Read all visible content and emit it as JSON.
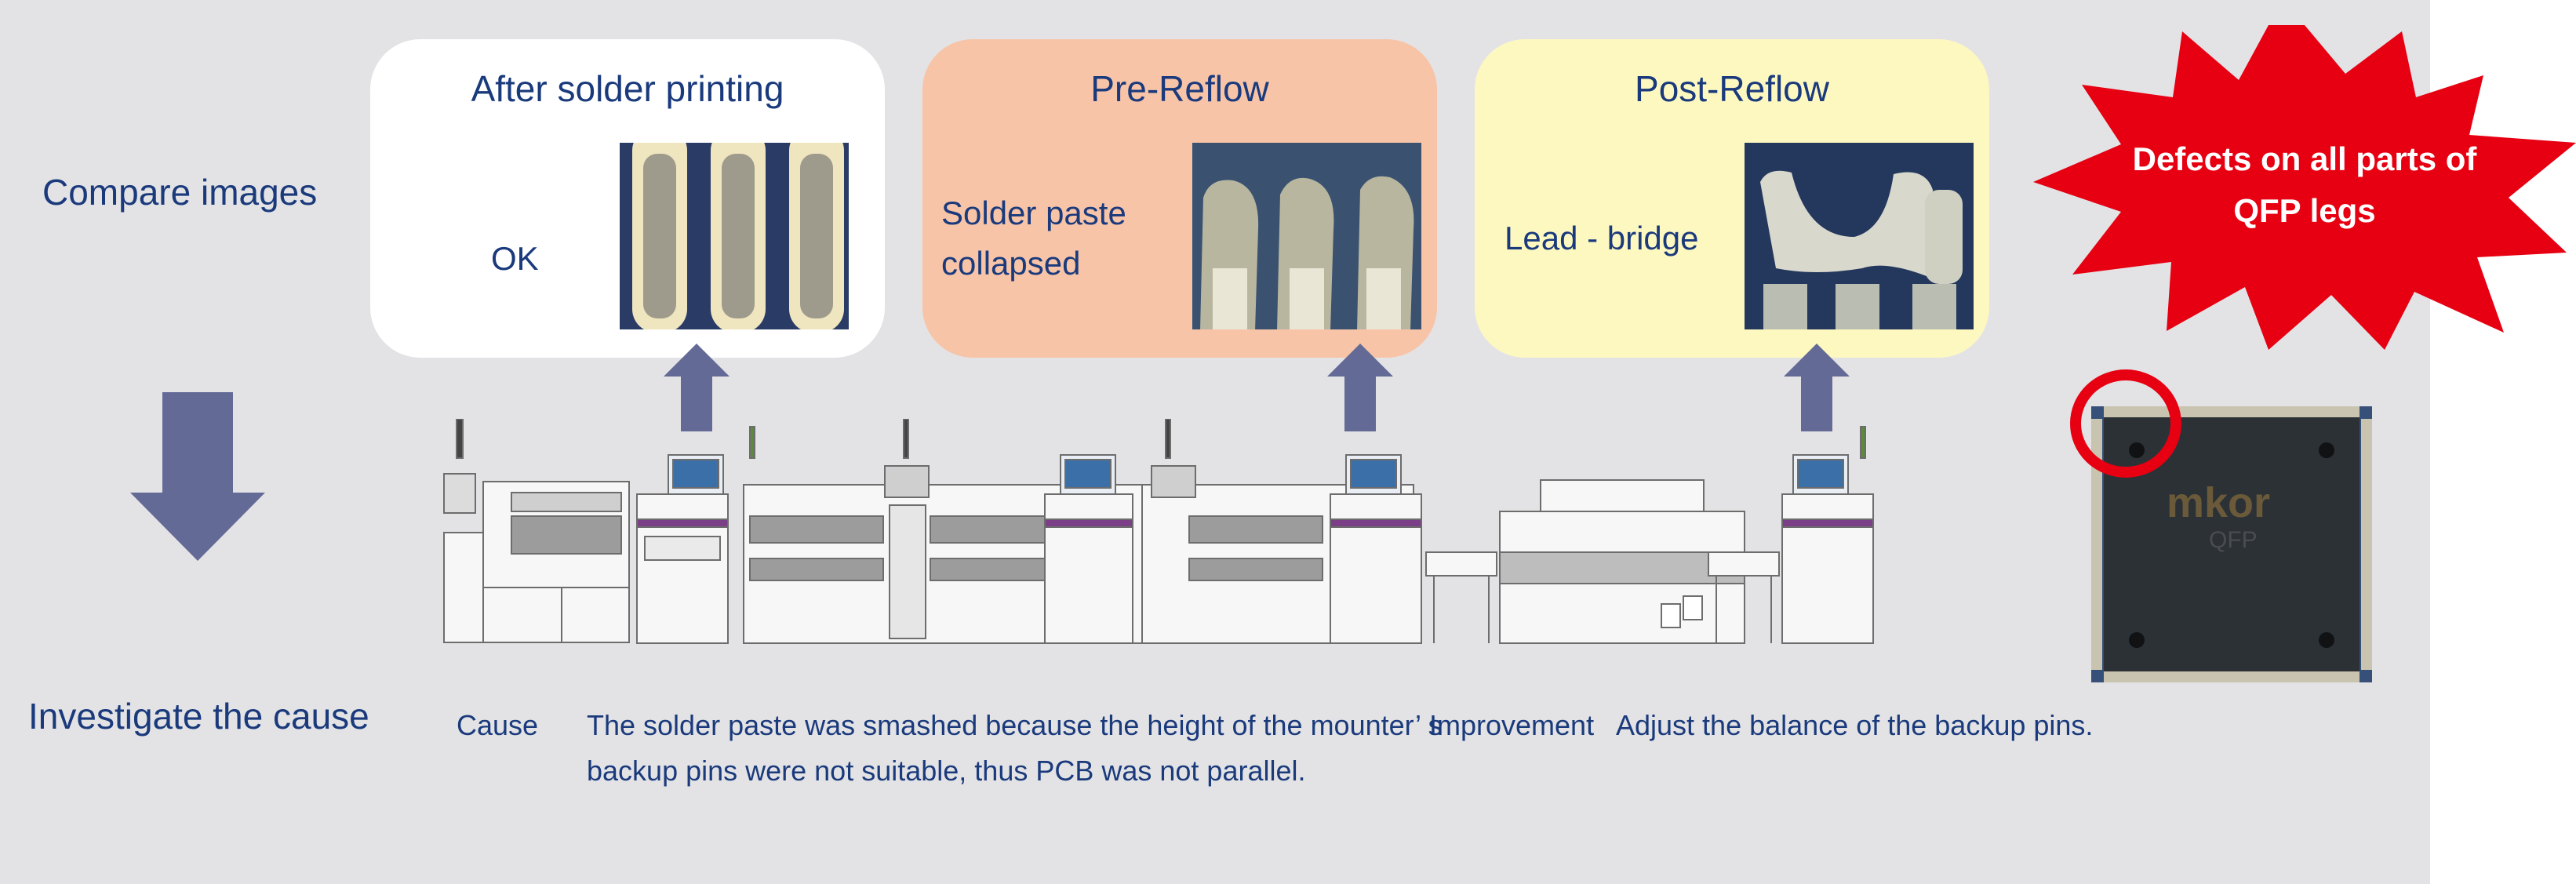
{
  "rows": {
    "compare_label": "Compare images",
    "investigate_label": "Investigate the cause"
  },
  "cards": [
    {
      "title": "After solder printing",
      "label_lines": [
        "OK"
      ],
      "color": "#ffffff"
    },
    {
      "title": "Pre-Reflow",
      "label_lines": [
        "Solder paste",
        "collapsed"
      ],
      "color": "#f7c4a8"
    },
    {
      "title": "Post-Reflow",
      "label_lines": [
        "Lead - bridge"
      ],
      "color": "#fdf8c0"
    }
  ],
  "burst": {
    "lines": [
      "Defects on all parts of",
      "QFP legs"
    ],
    "color": "#e60012"
  },
  "chip_marking": [
    "mkor",
    "QFP"
  ],
  "cause": {
    "label": "Cause",
    "lines": [
      "The solder paste was smashed because the height of the mounter’ s",
      "backup pins were not suitable, thus PCB was not parallel."
    ]
  },
  "improvement": {
    "label": "Improvement",
    "text": "Adjust the balance of the backup pins."
  },
  "icons": {
    "down_arrow": "down-arrow-icon",
    "up_arrow": "up-arrow-icon",
    "highlight_circle": "red-circle-highlight"
  },
  "colors": {
    "text": "#1a3a7c",
    "arrow": "#636a96",
    "background": "#e3e3e5",
    "highlight": "#e60012"
  }
}
